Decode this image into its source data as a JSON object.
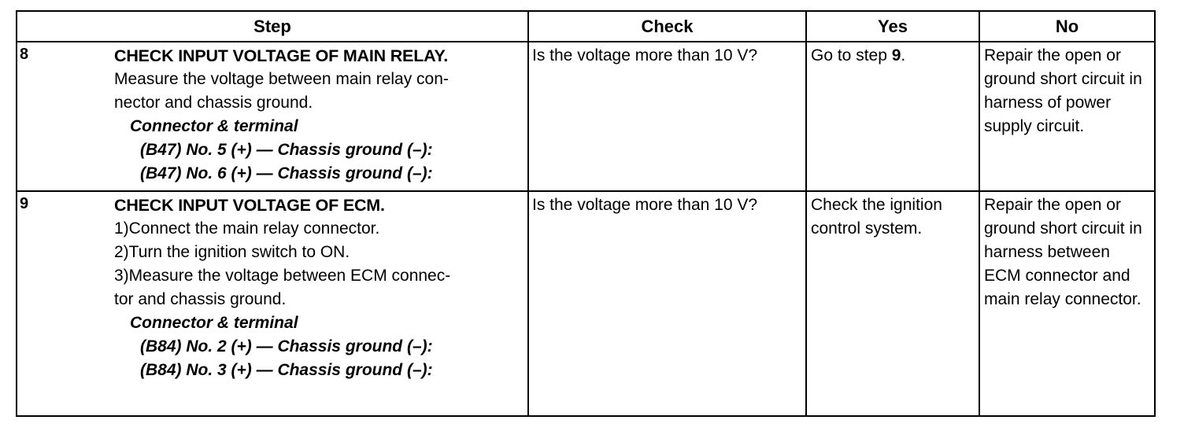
{
  "table": {
    "headers": [
      {
        "label": "Step"
      },
      {
        "label": "Check"
      },
      {
        "label": "Yes"
      },
      {
        "label": "No"
      }
    ],
    "rows": [
      {
        "number": "8",
        "step": {
          "title": "CHECK INPUT VOLTAGE OF MAIN RELAY.",
          "lines": [
            "Measure the voltage between main relay con-",
            "nector and chassis ground."
          ],
          "subheading": "Connector & terminal",
          "terminals": [
            "(B47) No. 5 (+) — Chassis ground (–):",
            "(B47) No. 6 (+) — Chassis ground (–):"
          ]
        },
        "check": "Is the voltage more than 10 V?",
        "yes_prefix": "Go to step ",
        "yes_bold": "9",
        "yes_suffix": ".",
        "no": "Repair the open or ground short circuit in harness of power supply circuit."
      },
      {
        "number": "9",
        "step": {
          "title": "CHECK INPUT VOLTAGE OF ECM.",
          "lines": [
            "1)Connect the main relay connector.",
            "2)Turn the ignition switch to ON.",
            "3)Measure the voltage between ECM connec-",
            "tor and chassis ground."
          ],
          "subheading": "Connector & terminal",
          "terminals": [
            "(B84) No. 2 (+) — Chassis ground (–):",
            "(B84) No. 3 (+) — Chassis ground (–):"
          ]
        },
        "check": "Is the voltage more than 10 V?",
        "yes": "Check the ignition control system.",
        "no": "Repair the open or ground short circuit in harness between ECM connector and main relay connector."
      }
    ]
  },
  "style": {
    "border_color": "#000000",
    "text_color": "#000000",
    "background": "#ffffff"
  }
}
